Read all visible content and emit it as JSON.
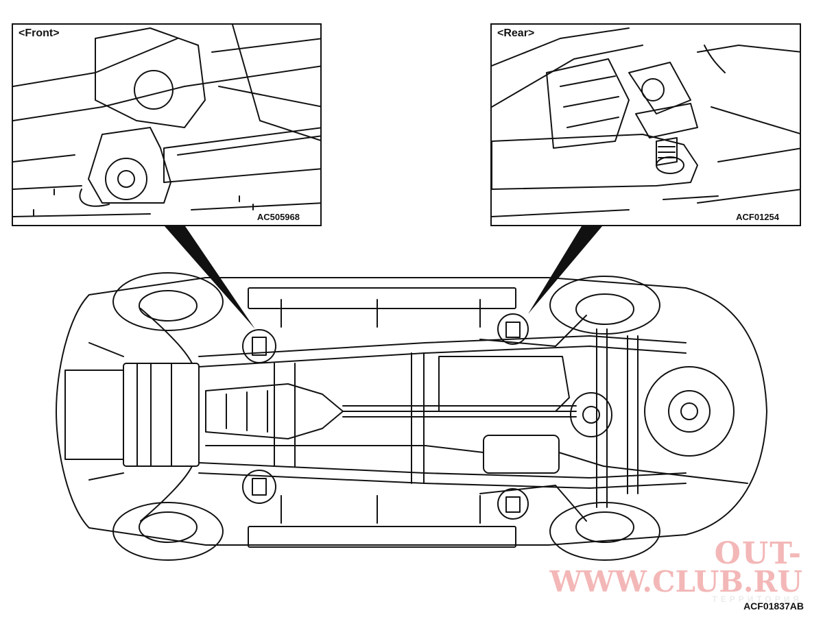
{
  "callouts": {
    "front": {
      "label": "<Front>",
      "code": "AC505968"
    },
    "rear": {
      "label": "<Rear>",
      "code": "ACF01254"
    }
  },
  "figure_code": "ACF01837AB",
  "watermark": {
    "line1": "OUT-",
    "line2": "WWW.CLUB.RU",
    "line3": "ТЕРРИТОРИЯ"
  }
}
